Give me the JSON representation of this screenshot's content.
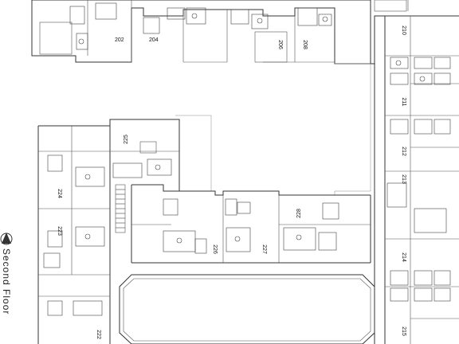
{
  "floor_label": "Second Floor",
  "units": {
    "u202": "202",
    "u204": "204",
    "u206": "206",
    "u208": "208",
    "u210": "210",
    "u211": "211",
    "u212": "212",
    "u213": "213",
    "u214": "214",
    "u215": "215",
    "u222": "222",
    "u223": "223",
    "u224": "224",
    "u225": "225",
    "u226": "226",
    "u227": "227",
    "u228": "228"
  },
  "colors": {
    "line": "#333333",
    "background": "#ffffff"
  },
  "icons": {
    "north_arrow": "north-arrow-icon",
    "stair": "stair-icon"
  }
}
